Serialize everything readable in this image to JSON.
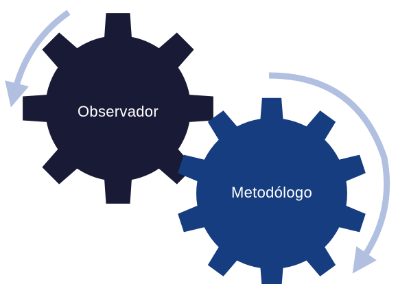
{
  "gears": [
    {
      "id": "observador",
      "label": "Observador",
      "color": "#191b36"
    },
    {
      "id": "metodologo",
      "label": "Metodólogo",
      "color": "#153d7f"
    }
  ],
  "arrow_color": "#b1bfe0",
  "background": "#ffffff"
}
